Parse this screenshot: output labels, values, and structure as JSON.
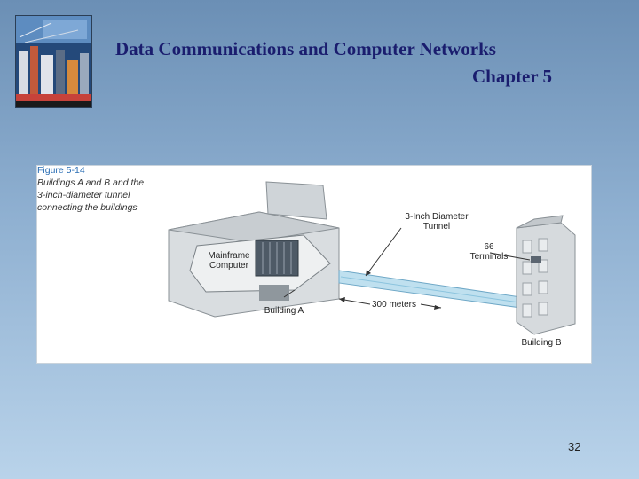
{
  "header": {
    "title_line1": "Data Communications and Computer Networks",
    "title_line2": "Chapter 5"
  },
  "figure": {
    "number": "Figure 5-14",
    "caption": "Buildings A and B and the 3-inch-diameter tunnel connecting the buildings",
    "labels": {
      "mainframe": "Mainframe Computer",
      "building_a": "Building A",
      "tunnel": "3-Inch Diameter Tunnel",
      "terminals": "66 Terminals",
      "distance": "300 meters",
      "building_b": "Building B"
    }
  },
  "footer": {
    "page_number": "32"
  },
  "colors": {
    "title": "#1a1d6e",
    "figure_number": "#2c6fb5"
  }
}
